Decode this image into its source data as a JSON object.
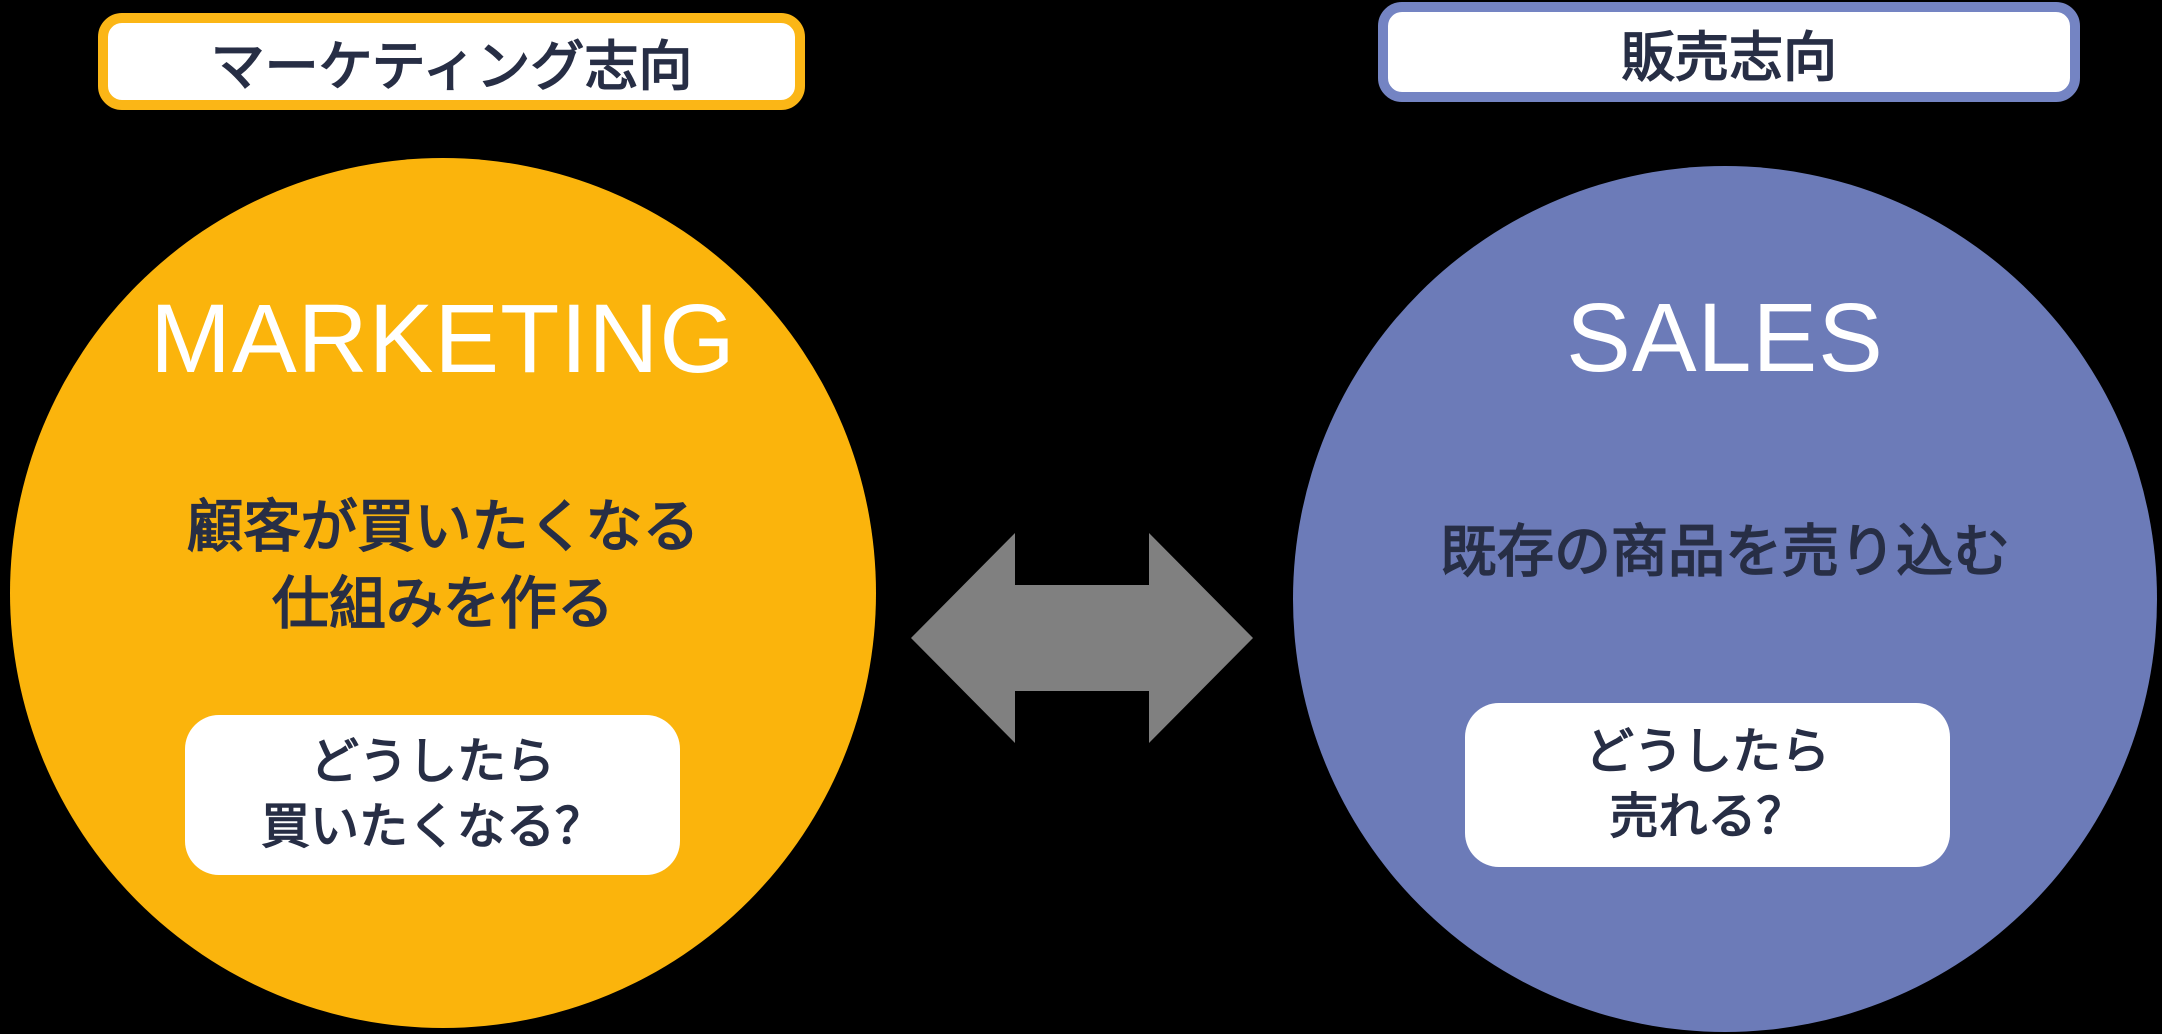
{
  "colors": {
    "background": "#000000",
    "marketing_circle": "#FBB40C",
    "marketing_tag_border": "#FBB616",
    "sales_circle": "#6C7BB8",
    "sales_tag_border": "#7484C3",
    "text_navy": "#272E45",
    "title_white": "#FFFFFF",
    "arrow_gray": "#808080"
  },
  "marketing": {
    "tag_label": "マーケティング志向",
    "title": "MARKETING",
    "description": [
      "顧客が買いたくなる",
      "仕組みを作る"
    ],
    "question": [
      "どうしたら",
      "買いたくなる？"
    ]
  },
  "sales": {
    "tag_label": "販売志向",
    "title": "SALES",
    "description": [
      "既存の商品を売り込む"
    ],
    "question": [
      "どうしたら",
      "売れる？"
    ]
  },
  "arrow": {
    "type": "double-headed-horizontal"
  }
}
